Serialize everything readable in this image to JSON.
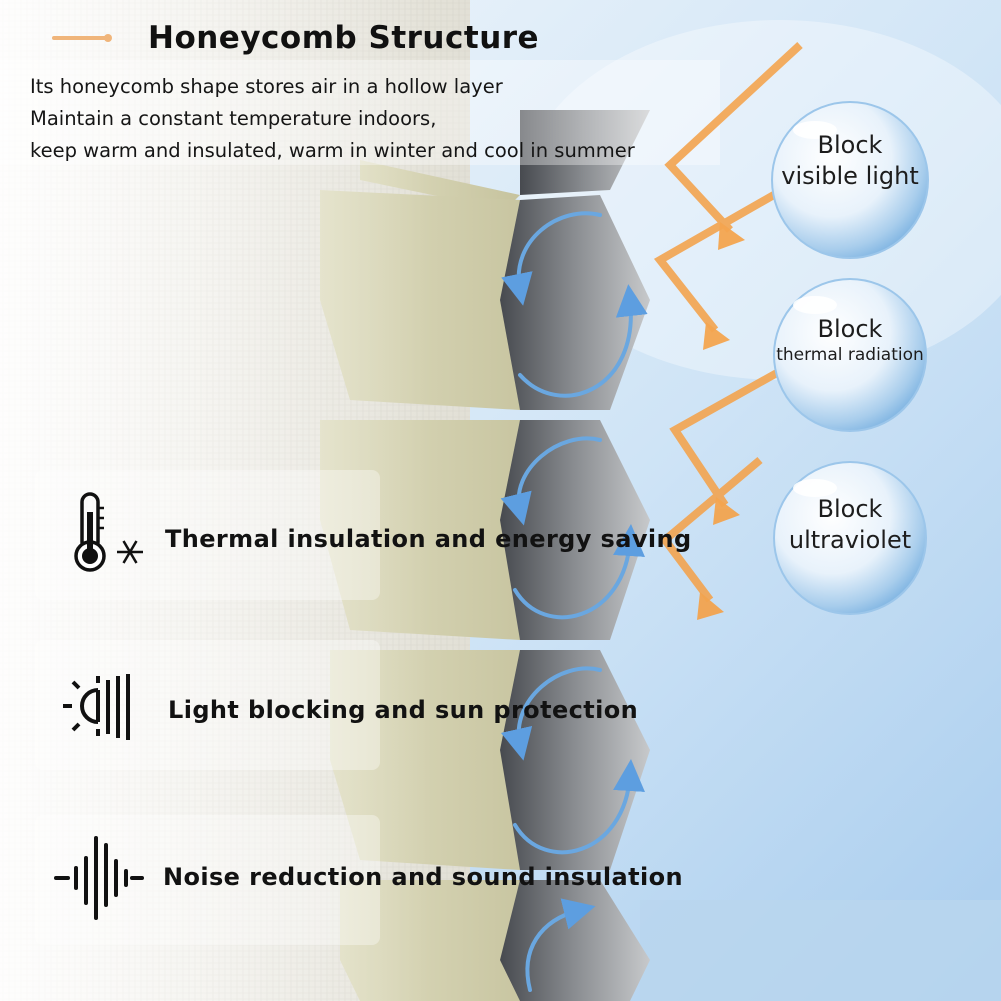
{
  "header": {
    "title": "Honeycomb Structure",
    "description_lines": [
      "Its honeycomb shape stores air in a hollow layer",
      "Maintain a constant temperature indoors,",
      "keep warm and insulated, warm in winter and cool in summer"
    ]
  },
  "bubbles": [
    {
      "line1": "Block",
      "line2": "visible light"
    },
    {
      "line1": "Block",
      "line2": "thermal radiation"
    },
    {
      "line1": "Block",
      "line2": "ultraviolet"
    }
  ],
  "features": [
    {
      "label": "Thermal insulation and energy saving",
      "icon": "thermometer-snowflake-icon"
    },
    {
      "label": "Light blocking and sun protection",
      "icon": "sun-shade-icon"
    },
    {
      "label": "Noise reduction and sound insulation",
      "icon": "sound-wave-icon"
    }
  ],
  "colors": {
    "accent_orange": "#f3a44f",
    "circulation_arrow": "#6aa7e0",
    "sky": "#cfe4f6",
    "fabric": "#d6d2b0"
  }
}
